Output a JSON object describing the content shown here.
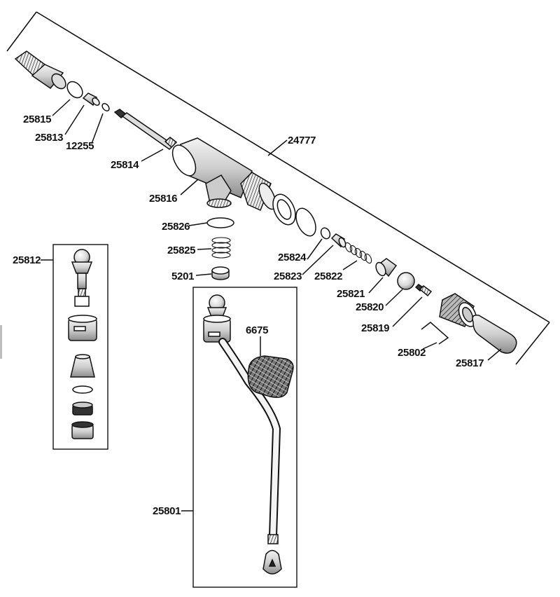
{
  "diagram": {
    "labels": {
      "p24777": "24777",
      "p25815": "25815",
      "p25813": "25813",
      "p12255": "12255",
      "p25814": "25814",
      "p25816": "25816",
      "p25826": "25826",
      "p25825": "25825",
      "p5201": "5201",
      "p25824": "25824",
      "p25823": "25823",
      "p25822": "25822",
      "p25821": "25821",
      "p25820": "25820",
      "p25819": "25819",
      "p25802": "25802",
      "p25817": "25817",
      "p25812": "25812",
      "p25801": "25801",
      "p6675": "6675"
    }
  }
}
